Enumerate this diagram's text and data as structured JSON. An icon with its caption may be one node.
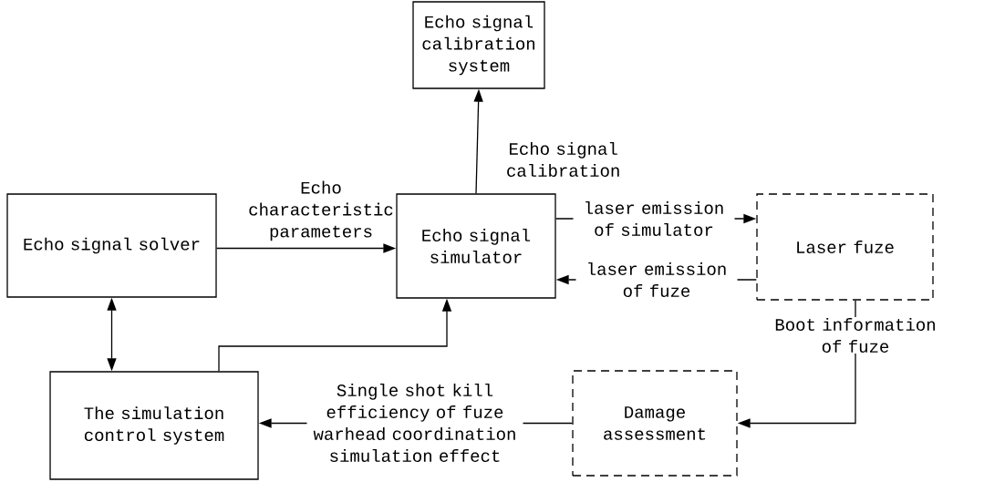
{
  "diagram": {
    "nodes": [
      {
        "text": [
          "Echo signal calibration system"
        ]
      },
      {
        "text": [
          "Echo signal solver"
        ]
      },
      {
        "text": [
          "Echo signal simulator"
        ]
      },
      {
        "text": [
          "Laser fuze"
        ]
      },
      {
        "text": [
          "The simulation control system"
        ]
      },
      {
        "text": [
          "Damage assessment"
        ]
      }
    ],
    "edges": [
      {
        "from": 2,
        "to": 0,
        "arrow": "to",
        "label": "Echo signal calibration"
      },
      {
        "from": 1,
        "to": 2,
        "arrow": "to",
        "label": "Echo characteristic parameters"
      },
      {
        "from": 2,
        "to": 3,
        "arrow": "to",
        "label": "laser emission of simulator"
      },
      {
        "from": 3,
        "to": 2,
        "arrow": "to",
        "label": "laser emission of fuze"
      },
      {
        "from": 1,
        "to": 4,
        "arrow": "both"
      },
      {
        "from": 4,
        "to": 2,
        "arrow": "to"
      },
      {
        "from": 3,
        "to": 5,
        "arrow": "to",
        "label": "Boot information of fuze"
      },
      {
        "from": 5,
        "to": 4,
        "arrow": "to",
        "label": "Single shot kill efficiency of fuze warhead coordination simulation effect"
      }
    ]
  }
}
